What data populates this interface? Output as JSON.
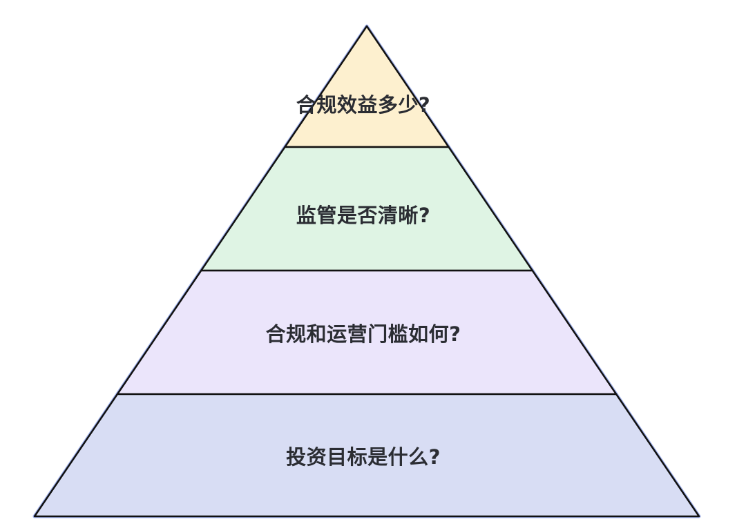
{
  "diagram": {
    "type": "pyramid",
    "layers": [
      {
        "label": "合规效益多少?",
        "fill": "#fdf0cf"
      },
      {
        "label": "监管是否清晰?",
        "fill": "#dff4e4"
      },
      {
        "label": "合规和运营门槛如何?",
        "fill": "#ebe5fb"
      },
      {
        "label": "投资目标是什么?",
        "fill": "#d8ddf4"
      }
    ],
    "stroke": "#111111",
    "outline_glow": "#9fb0ec"
  }
}
